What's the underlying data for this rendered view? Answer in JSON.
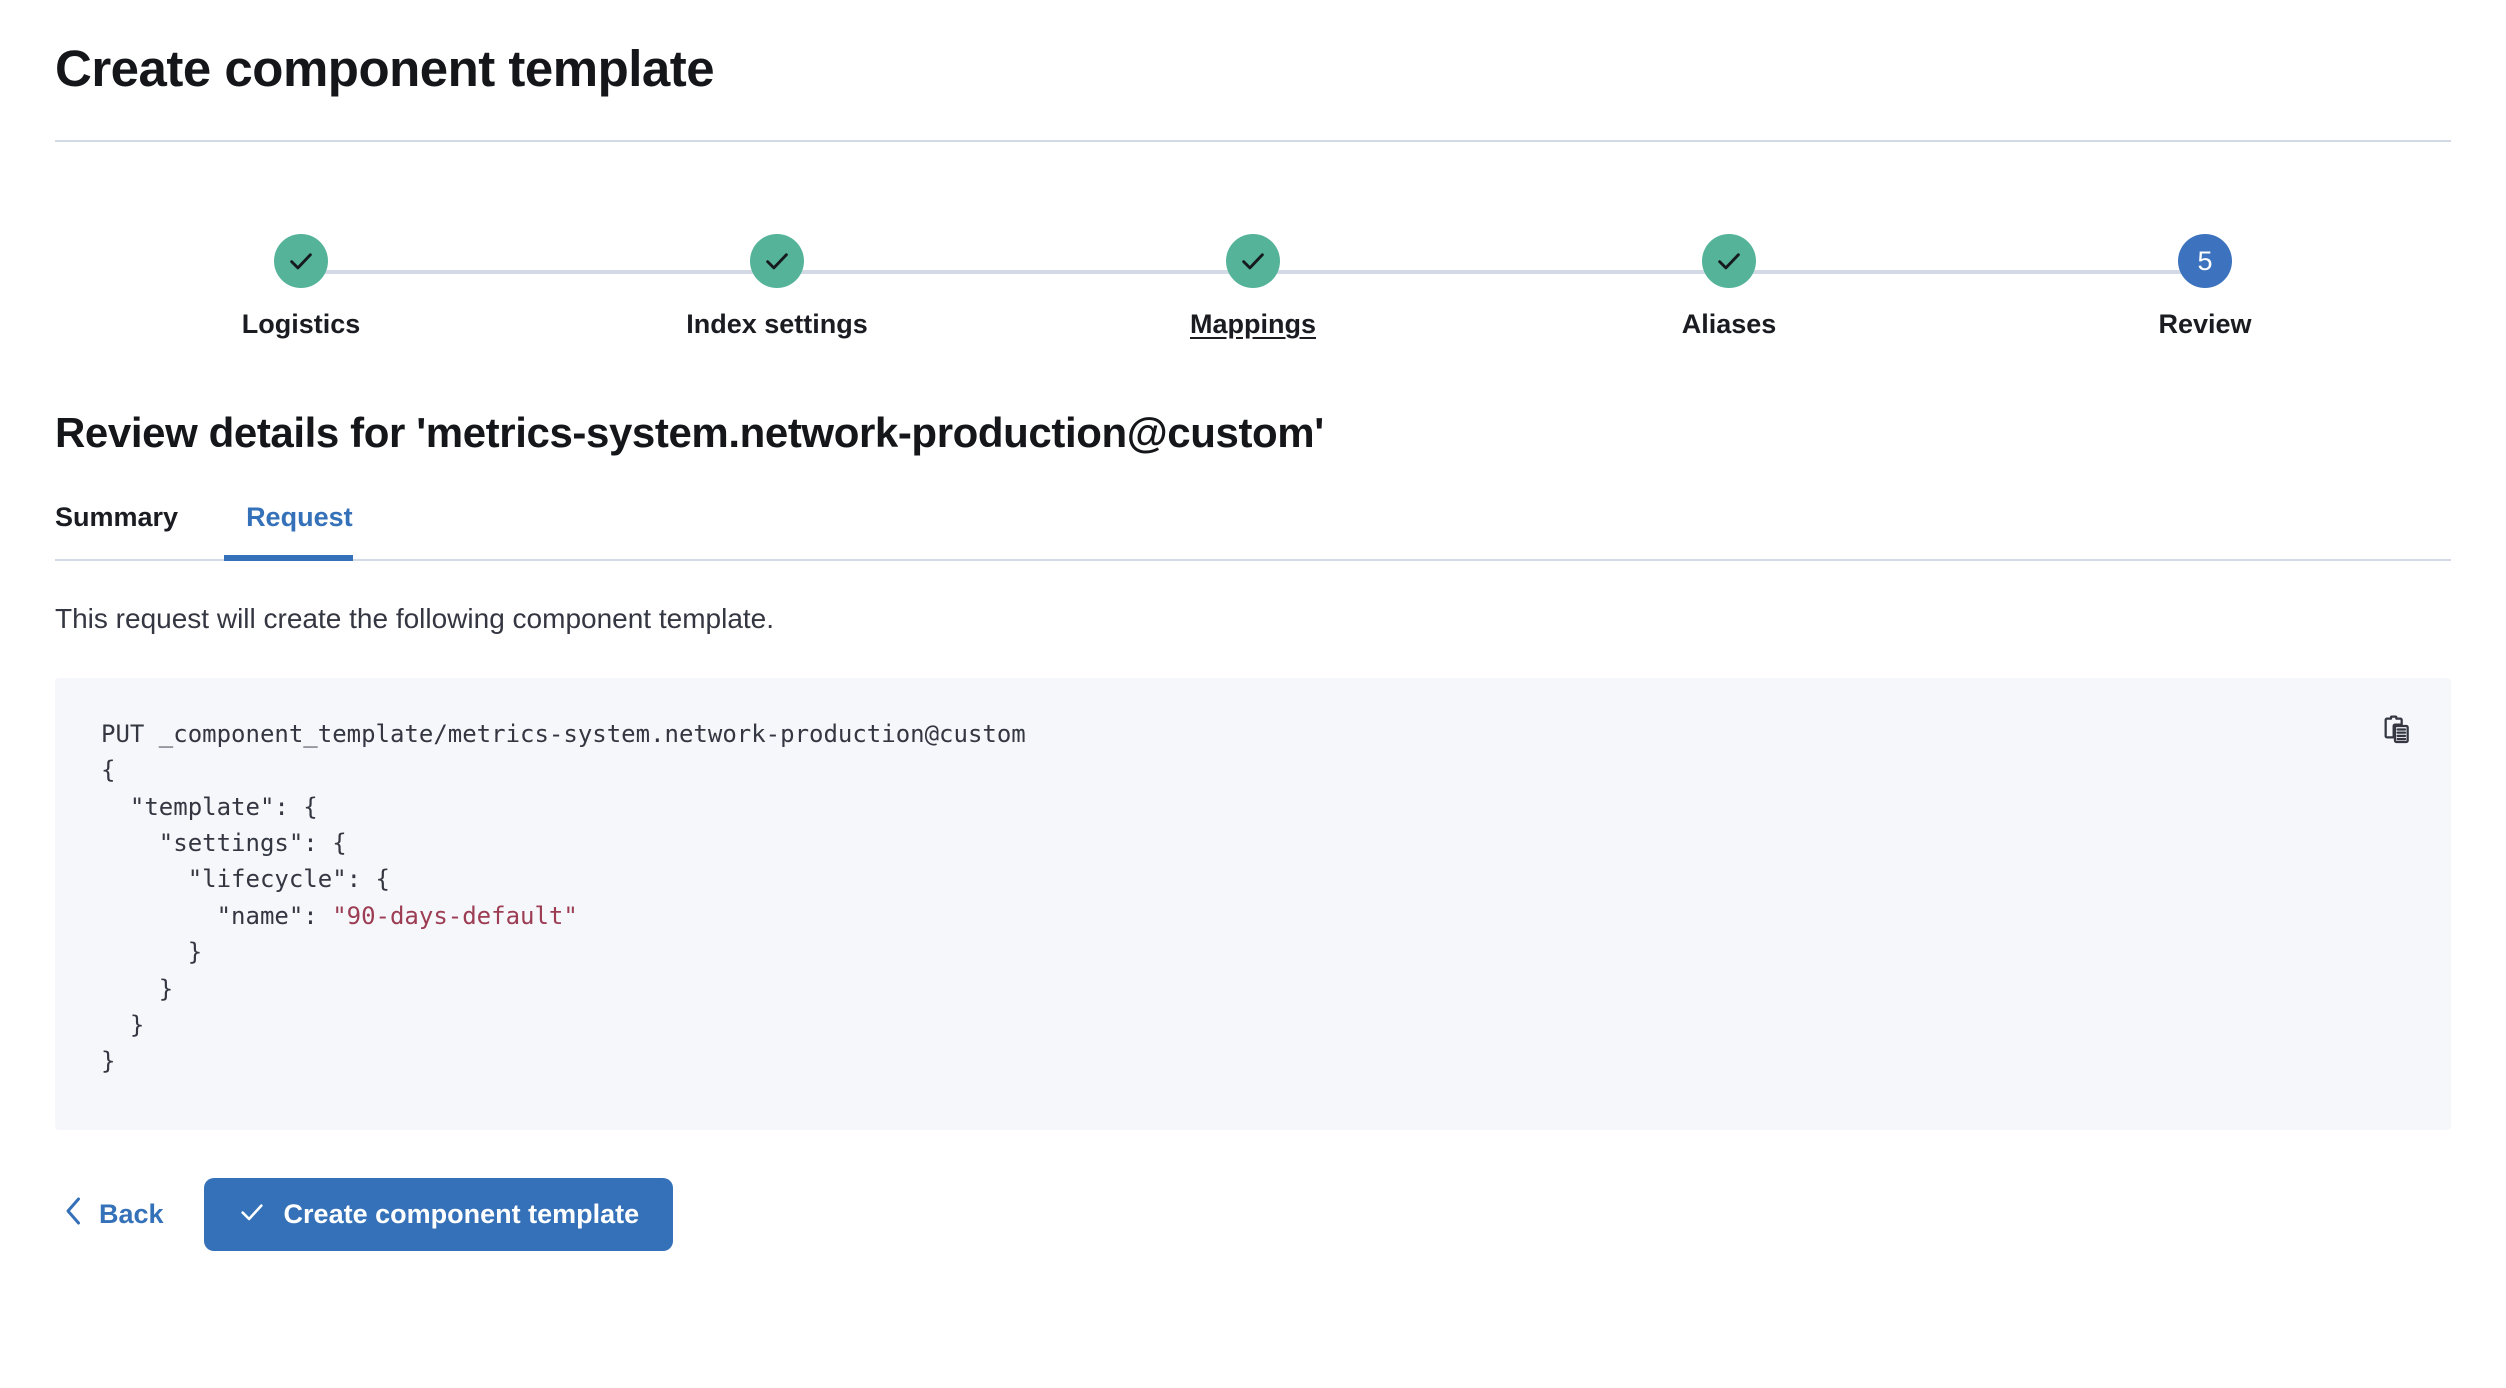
{
  "page": {
    "title": "Create component template"
  },
  "stepper": {
    "steps": [
      {
        "label": "Logistics",
        "state": "complete",
        "icon": "check-icon",
        "number": "1",
        "hovered": false
      },
      {
        "label": "Index settings",
        "state": "complete",
        "icon": "check-icon",
        "number": "2",
        "hovered": false
      },
      {
        "label": "Mappings",
        "state": "complete",
        "icon": "check-icon",
        "number": "3",
        "hovered": true
      },
      {
        "label": "Aliases",
        "state": "complete",
        "icon": "check-icon",
        "number": "4",
        "hovered": false
      },
      {
        "label": "Review",
        "state": "current",
        "icon": "",
        "number": "5",
        "hovered": false
      }
    ]
  },
  "review": {
    "heading": "Review details for 'metrics-system.network-production@custom'",
    "tabs": [
      {
        "label": "Summary",
        "active": false
      },
      {
        "label": "Request",
        "active": true
      }
    ],
    "description": "This request will create the following component template."
  },
  "request": {
    "copy_icon": "clipboard-copy-icon",
    "code_prefix": "PUT _component_template/metrics-system.network-production@custom\n{\n  \"template\": {\n    \"settings\": {\n      \"lifecycle\": {\n        \"name\": ",
    "code_string": "\"90-days-default\"",
    "code_suffix": "\n      }\n    }\n  }\n}"
  },
  "footer": {
    "back_label": "Back",
    "back_icon": "chevron-left-icon",
    "submit_label": "Create component template",
    "submit_icon": "check-icon"
  },
  "colors": {
    "accent_blue": "#3571b8",
    "step_complete_teal": "#54b399",
    "step_current_blue": "#3d73be",
    "divider": "#d3dae6",
    "code_background": "#f6f7fb",
    "code_string": "#9c3d54"
  }
}
